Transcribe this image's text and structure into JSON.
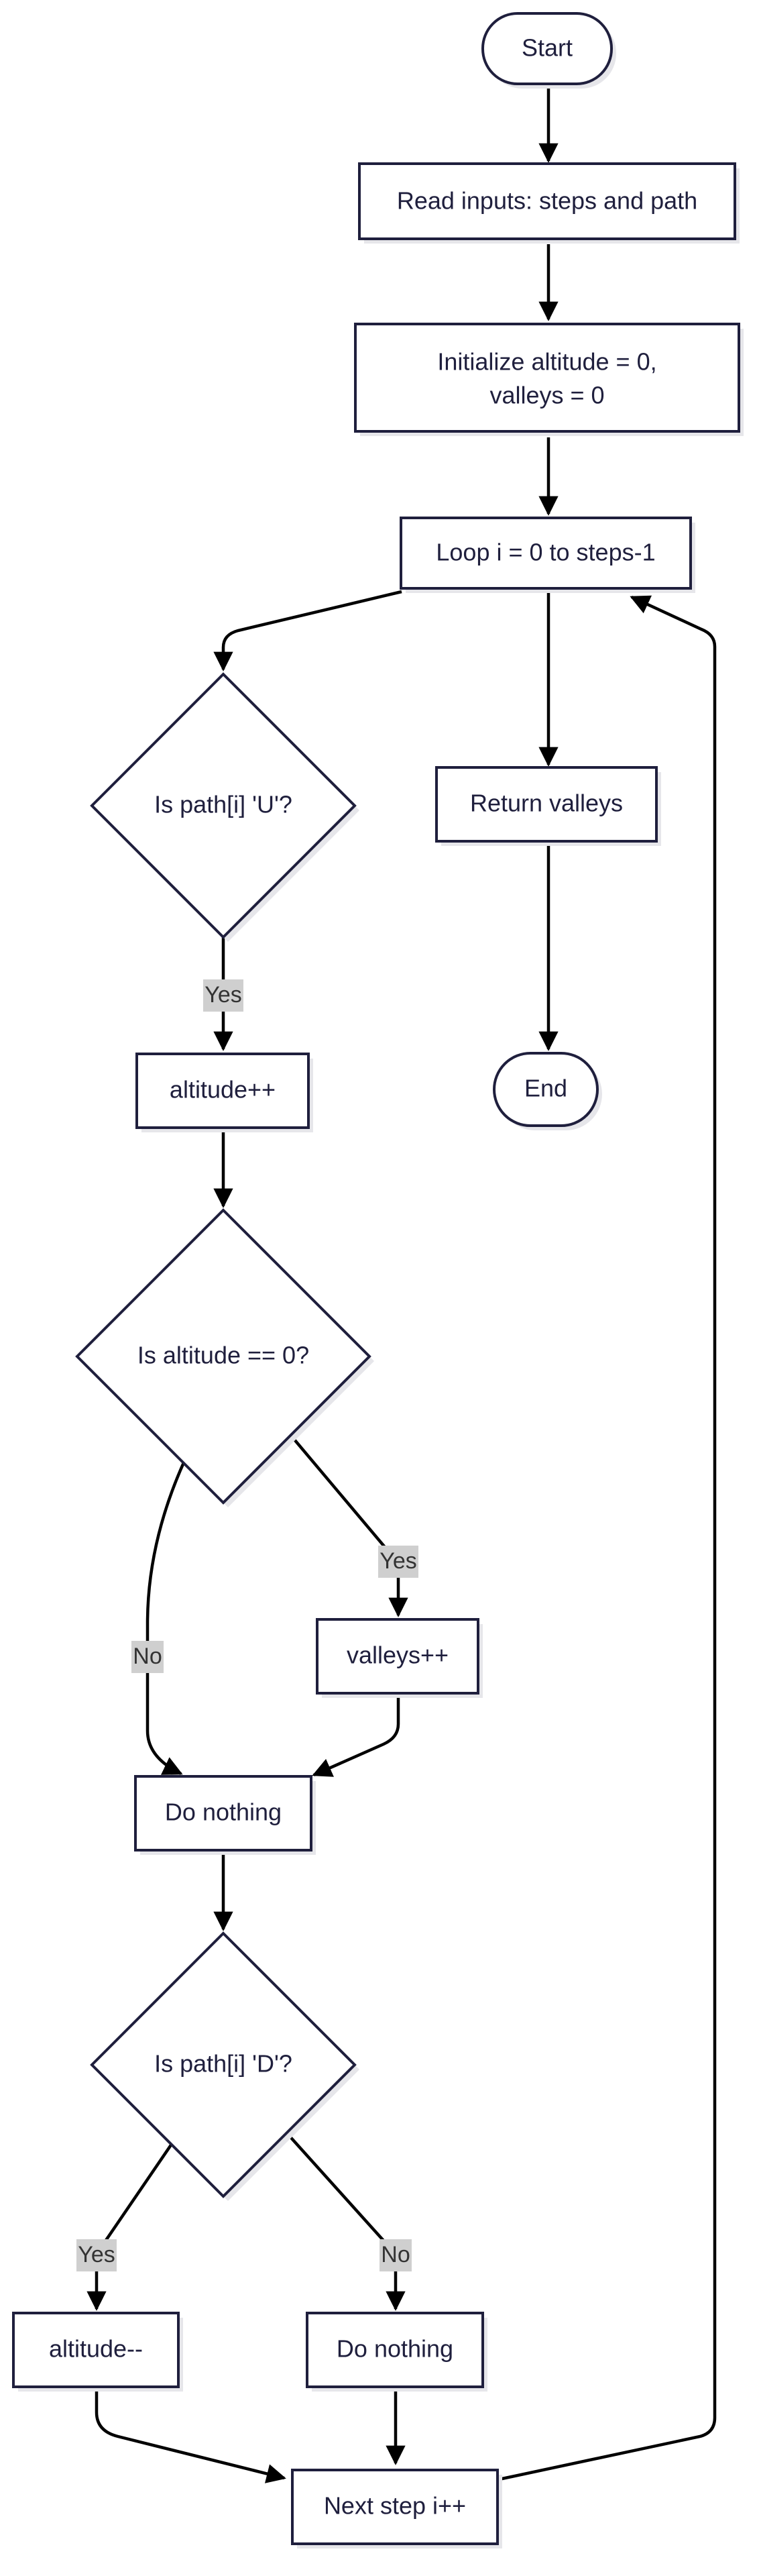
{
  "nodes": {
    "start": "Start",
    "read_inputs": "Read inputs: steps and path",
    "init_line1": "Initialize altitude = 0,",
    "init_line2": "valleys = 0",
    "loop": "Loop i = 0 to steps-1",
    "is_up": "Is path[i] 'U'?",
    "return_valleys": "Return valleys",
    "end": "End",
    "altitude_inc": "altitude++",
    "is_zero": "Is altitude == 0?",
    "valleys_inc": "valleys++",
    "do_nothing_1": "Do nothing",
    "is_down": "Is path[i] 'D'?",
    "altitude_dec": "altitude--",
    "do_nothing_2": "Do nothing",
    "next_step": "Next step i++"
  },
  "edge_labels": {
    "up_yes": "Yes",
    "zero_yes": "Yes",
    "zero_no": "No",
    "down_yes": "Yes",
    "down_no": "No"
  }
}
